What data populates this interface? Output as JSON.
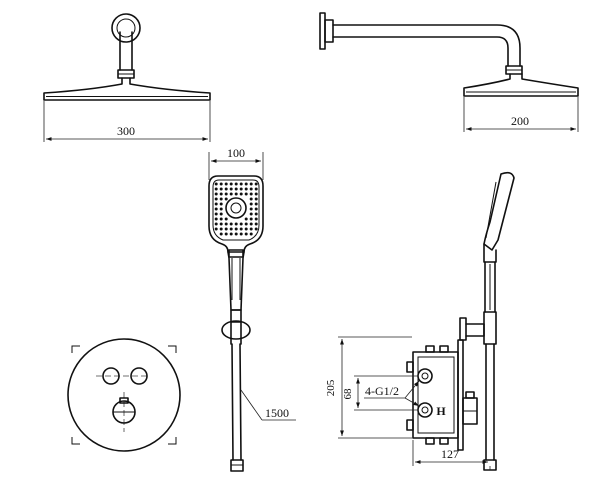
{
  "dimensions": {
    "head_width_front": "300",
    "head_width_side": "200",
    "handset_width": "100",
    "hose_length": "1500",
    "box_height": "205",
    "inlet_spacing": "68",
    "thread_spec": "4-G1/2",
    "depth": "127"
  },
  "markings": {
    "hot": "H"
  }
}
